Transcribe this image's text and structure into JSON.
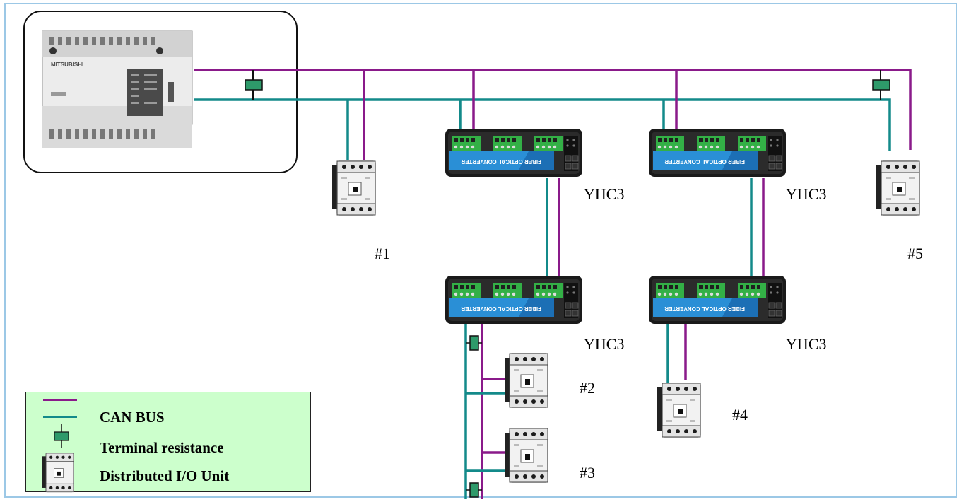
{
  "converter_label": "YHC3",
  "converter_text": "FIBER OPTICAL CONVERTER",
  "plc_brand": "MITSUBISHI",
  "units": [
    {
      "label": "#1"
    },
    {
      "label": "#2"
    },
    {
      "label": "#3"
    },
    {
      "label": "#4"
    },
    {
      "label": "#5"
    }
  ],
  "legend": {
    "can_bus": "CAN BUS",
    "terminal_resistance": "Terminal resistance",
    "io_unit": "Distributed I/O Unit"
  },
  "colors": {
    "wire_purple": "#8a1a8a",
    "wire_teal": "#138a8a",
    "resistor_green": "#2e9a6a",
    "converter_blue": "#2a8fd6",
    "legend_bg": "#ccffcc",
    "frame_border": "#9cc8e6"
  }
}
